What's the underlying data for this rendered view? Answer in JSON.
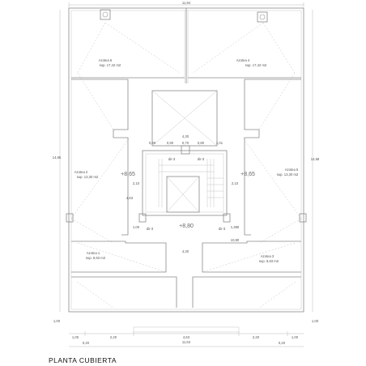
{
  "title": "PLANTA  CUBIERTA",
  "dimensions": {
    "top_total": "11,94",
    "left_total": "14,65",
    "right_total": "14,58",
    "bottom_total": "11,63",
    "stair_width": "4,30",
    "stair_width_lower": "4,30",
    "bottom_segments": [
      "1,00",
      "2,20",
      "4,63",
      "2,20",
      "1,00"
    ],
    "bottom_subsegments": [
      "0,20",
      "0,20"
    ],
    "left_bottom": "1,00",
    "right_bottom": "1,00",
    "center_row": [
      "0,69",
      "0,90",
      "0,70",
      "0,80",
      "1,01"
    ],
    "left_side": [
      "2,10",
      "4,63"
    ],
    "right_side": [
      "2,10"
    ],
    "left_small": "1,00",
    "right_small": "1,380",
    "right_low": "10,80"
  },
  "levels": {
    "left": "+8,65",
    "right": "+8,65",
    "center": "+8,80"
  },
  "slopes": {
    "left": "dir-3",
    "right": "dir-3",
    "center_left": "dir-3",
    "center_right": "dir-3"
  },
  "zones": [
    {
      "name": "Azotea  6",
      "area": "sup. 17,42 m2"
    },
    {
      "name": "Azotea  4",
      "area": "sup. 17,42 m2"
    },
    {
      "name": "Azotea  2",
      "area": "sup. 13,30 m2"
    },
    {
      "name": "Azotea  5",
      "area": "sup. 13,30 m2"
    },
    {
      "name": "Azotea  1",
      "area": "sup. 8,63 m2"
    },
    {
      "name": "Azotea  3",
      "area": "sup. 8,63 m2"
    }
  ]
}
